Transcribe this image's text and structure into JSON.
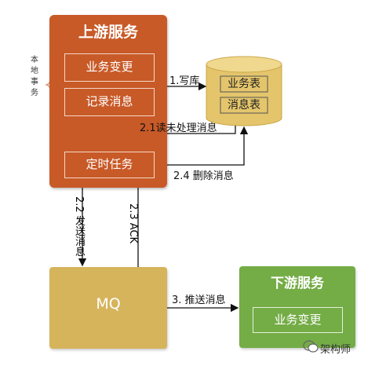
{
  "upstream": {
    "title": "上游服务",
    "local_tx_label": "本地事务",
    "boxes": {
      "biz_change": "业务变更",
      "record_msg": "记录消息",
      "timer_task": "定时任务"
    }
  },
  "database": {
    "biz_table": "业务表",
    "msg_table": "消息表"
  },
  "mq": {
    "label": "MQ"
  },
  "downstream": {
    "title": "下游服务",
    "biz_change": "业务变更"
  },
  "arrows": {
    "write_db": "1.写库",
    "read_unprocessed": "2.1读未处理消息",
    "send_msg": "2.2 发送消息",
    "ack": "2.3 ACK",
    "delete_msg": "2.4 删除消息",
    "push_msg": "3. 推送消息"
  },
  "watermark": {
    "text": "架构师"
  },
  "colors": {
    "upstream": "#c85a28",
    "mq": "#d6b45c",
    "downstream": "#74ac46",
    "database": "#e4c56b"
  }
}
